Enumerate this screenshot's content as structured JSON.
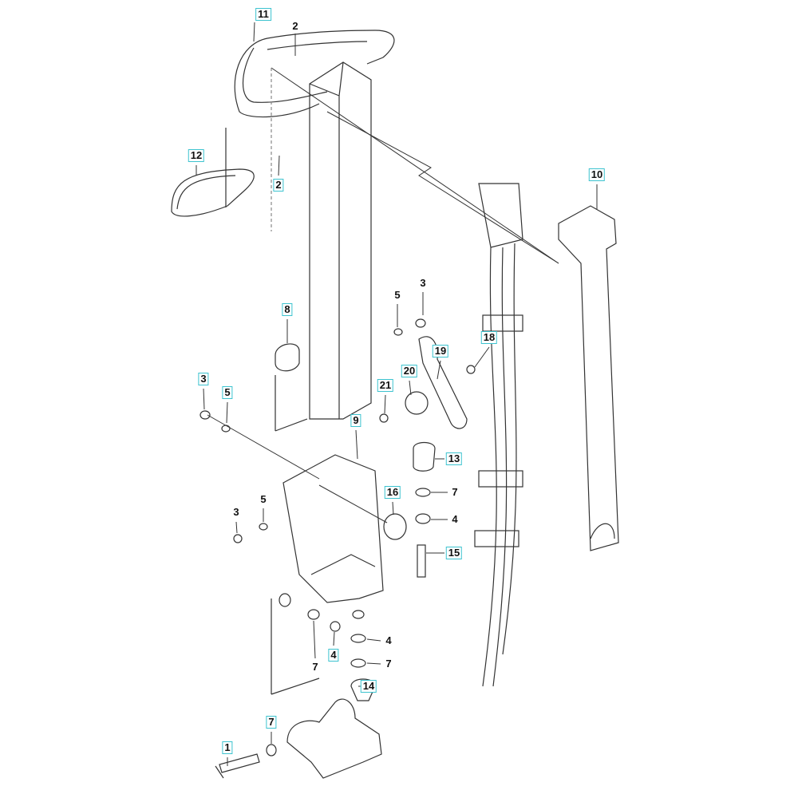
{
  "diagram": {
    "type": "exploded-parts-view",
    "accent_color": "#3cc3cf",
    "callouts": [
      {
        "id": "c1",
        "text": "11",
        "boxed": true
      },
      {
        "id": "c2",
        "text": "2",
        "boxed": false
      },
      {
        "id": "c3",
        "text": "12",
        "boxed": true
      },
      {
        "id": "c4",
        "text": "2",
        "boxed": true
      },
      {
        "id": "c5",
        "text": "10",
        "boxed": true
      },
      {
        "id": "c6",
        "text": "8",
        "boxed": true
      },
      {
        "id": "c7",
        "text": "3",
        "boxed": false
      },
      {
        "id": "c8",
        "text": "5",
        "boxed": false
      },
      {
        "id": "c9",
        "text": "18",
        "boxed": true
      },
      {
        "id": "c10",
        "text": "19",
        "boxed": true
      },
      {
        "id": "c11",
        "text": "20",
        "boxed": true
      },
      {
        "id": "c12",
        "text": "21",
        "boxed": true
      },
      {
        "id": "c13",
        "text": "3",
        "boxed": true
      },
      {
        "id": "c14",
        "text": "5",
        "boxed": true
      },
      {
        "id": "c15",
        "text": "9",
        "boxed": true
      },
      {
        "id": "c16",
        "text": "13",
        "boxed": true
      },
      {
        "id": "c17",
        "text": "7",
        "boxed": false
      },
      {
        "id": "c18",
        "text": "16",
        "boxed": true
      },
      {
        "id": "c19",
        "text": "4",
        "boxed": false
      },
      {
        "id": "c20",
        "text": "3",
        "boxed": false
      },
      {
        "id": "c21",
        "text": "5",
        "boxed": false
      },
      {
        "id": "c22",
        "text": "15",
        "boxed": true
      },
      {
        "id": "c23",
        "text": "4",
        "boxed": false
      },
      {
        "id": "c24",
        "text": "4",
        "boxed": true
      },
      {
        "id": "c25",
        "text": "7",
        "boxed": false
      },
      {
        "id": "c26",
        "text": "7",
        "boxed": false
      },
      {
        "id": "c27",
        "text": "14",
        "boxed": true
      },
      {
        "id": "c28",
        "text": "7",
        "boxed": true
      },
      {
        "id": "c29",
        "text": "1",
        "boxed": true
      }
    ]
  }
}
